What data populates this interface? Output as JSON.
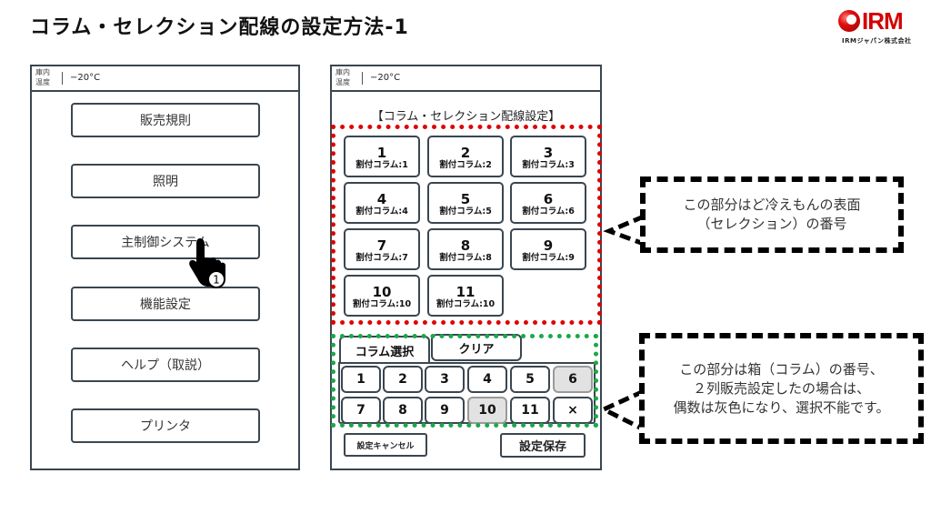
{
  "slide": {
    "title": "コラム・セレクション配線の設定方法-1",
    "logo": {
      "brand": "IRM",
      "subtitle": "IRMジャパン株式会社",
      "brand_color": "#d40000"
    }
  },
  "left_screen": {
    "temperature": {
      "label": "庫内温度",
      "value": "−20°C"
    },
    "menu": [
      {
        "label": "販売規則"
      },
      {
        "label": "照明"
      },
      {
        "label": "主制御システム"
      },
      {
        "label": "機能設定"
      },
      {
        "label": "ヘルプ（取説）"
      },
      {
        "label": "プリンタ"
      }
    ],
    "pointer": {
      "icon": "hand-pointer-icon",
      "step": "1"
    }
  },
  "right_screen": {
    "temperature": {
      "label": "庫内温度",
      "value": "−20°C"
    },
    "heading": "【コラム・セレクション配線設定】",
    "selections": [
      {
        "number": "1",
        "assigned": "割付コラム:1"
      },
      {
        "number": "2",
        "assigned": "割付コラム:2"
      },
      {
        "number": "3",
        "assigned": "割付コラム:3"
      },
      {
        "number": "4",
        "assigned": "割付コラム:4"
      },
      {
        "number": "5",
        "assigned": "割付コラム:5"
      },
      {
        "number": "6",
        "assigned": "割付コラム:6"
      },
      {
        "number": "7",
        "assigned": "割付コラム:7"
      },
      {
        "number": "8",
        "assigned": "割付コラム:8"
      },
      {
        "number": "9",
        "assigned": "割付コラム:9"
      },
      {
        "number": "10",
        "assigned": "割付コラム:10"
      },
      {
        "number": "11",
        "assigned": "割付コラム:10"
      }
    ],
    "tabs": {
      "select": "コラム選択",
      "clear": "クリア"
    },
    "keypad": [
      {
        "label": "1",
        "disabled": false
      },
      {
        "label": "2",
        "disabled": false
      },
      {
        "label": "3",
        "disabled": false
      },
      {
        "label": "4",
        "disabled": false
      },
      {
        "label": "5",
        "disabled": false
      },
      {
        "label": "6",
        "disabled": true
      },
      {
        "label": "7",
        "disabled": false
      },
      {
        "label": "8",
        "disabled": false
      },
      {
        "label": "9",
        "disabled": false
      },
      {
        "label": "10",
        "disabled": true
      },
      {
        "label": "11",
        "disabled": false
      },
      {
        "label": "×",
        "disabled": false
      }
    ],
    "cancel_label": "設定キャンセル",
    "save_label": "設定保存"
  },
  "callouts": {
    "selection_note": "この部分はど冷えもんの表面\n（セレクション）の番号",
    "column_note": "この部分は箱（コラム）の番号、\n２列販売設定したの場合は、\n偶数は灰色になり、選択不能です。"
  },
  "colors": {
    "selection_highlight": "#e00000",
    "column_highlight": "#1aa84a",
    "disabled_key": "#e2e2e2"
  }
}
